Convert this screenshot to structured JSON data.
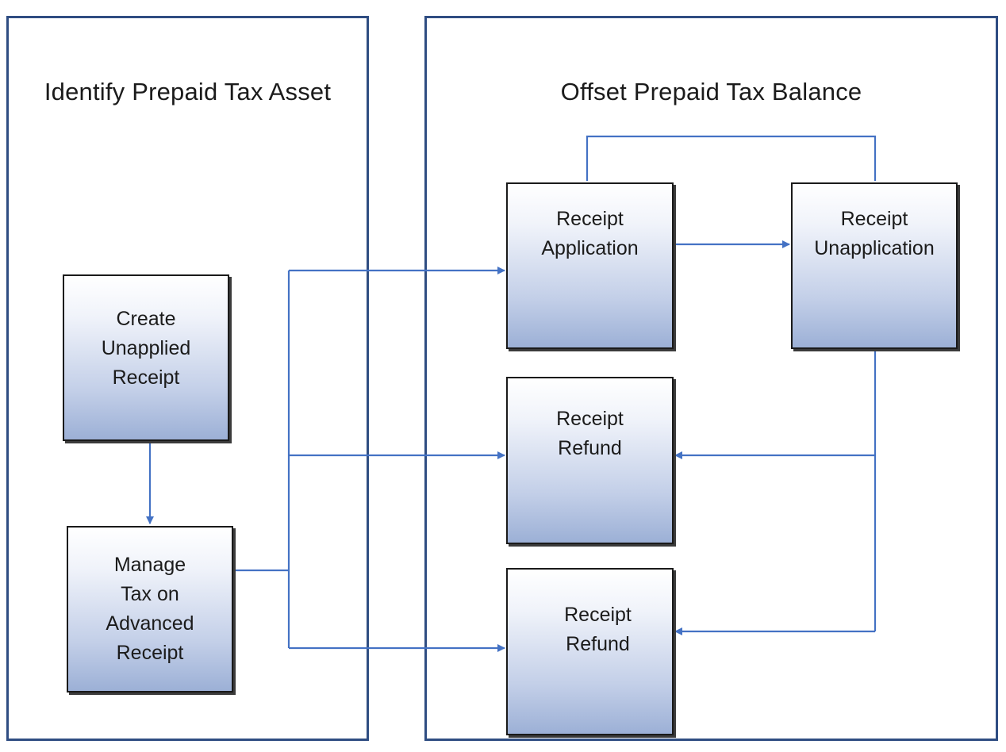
{
  "panels": {
    "left": {
      "title": "Identify Prepaid Tax Asset"
    },
    "right": {
      "title": "Offset Prepaid Tax Balance"
    }
  },
  "nodes": {
    "create_unapplied_receipt": "Create\nUnapplied\nReceipt",
    "manage_tax_on_advanced_receipt": "Manage\nTax on\nAdvanced\nReceipt",
    "receipt_application": "Receipt\nApplication",
    "receipt_unapplication": "Receipt\nUnapplication",
    "receipt_refund_1": "Receipt\nRefund",
    "receipt_refund_2": "Receipt\nRefund"
  },
  "colors": {
    "border": "#2f4d82",
    "connector": "#4472c4",
    "node_gradient_top": "#ffffff",
    "node_gradient_bottom": "#9cb0d6"
  }
}
